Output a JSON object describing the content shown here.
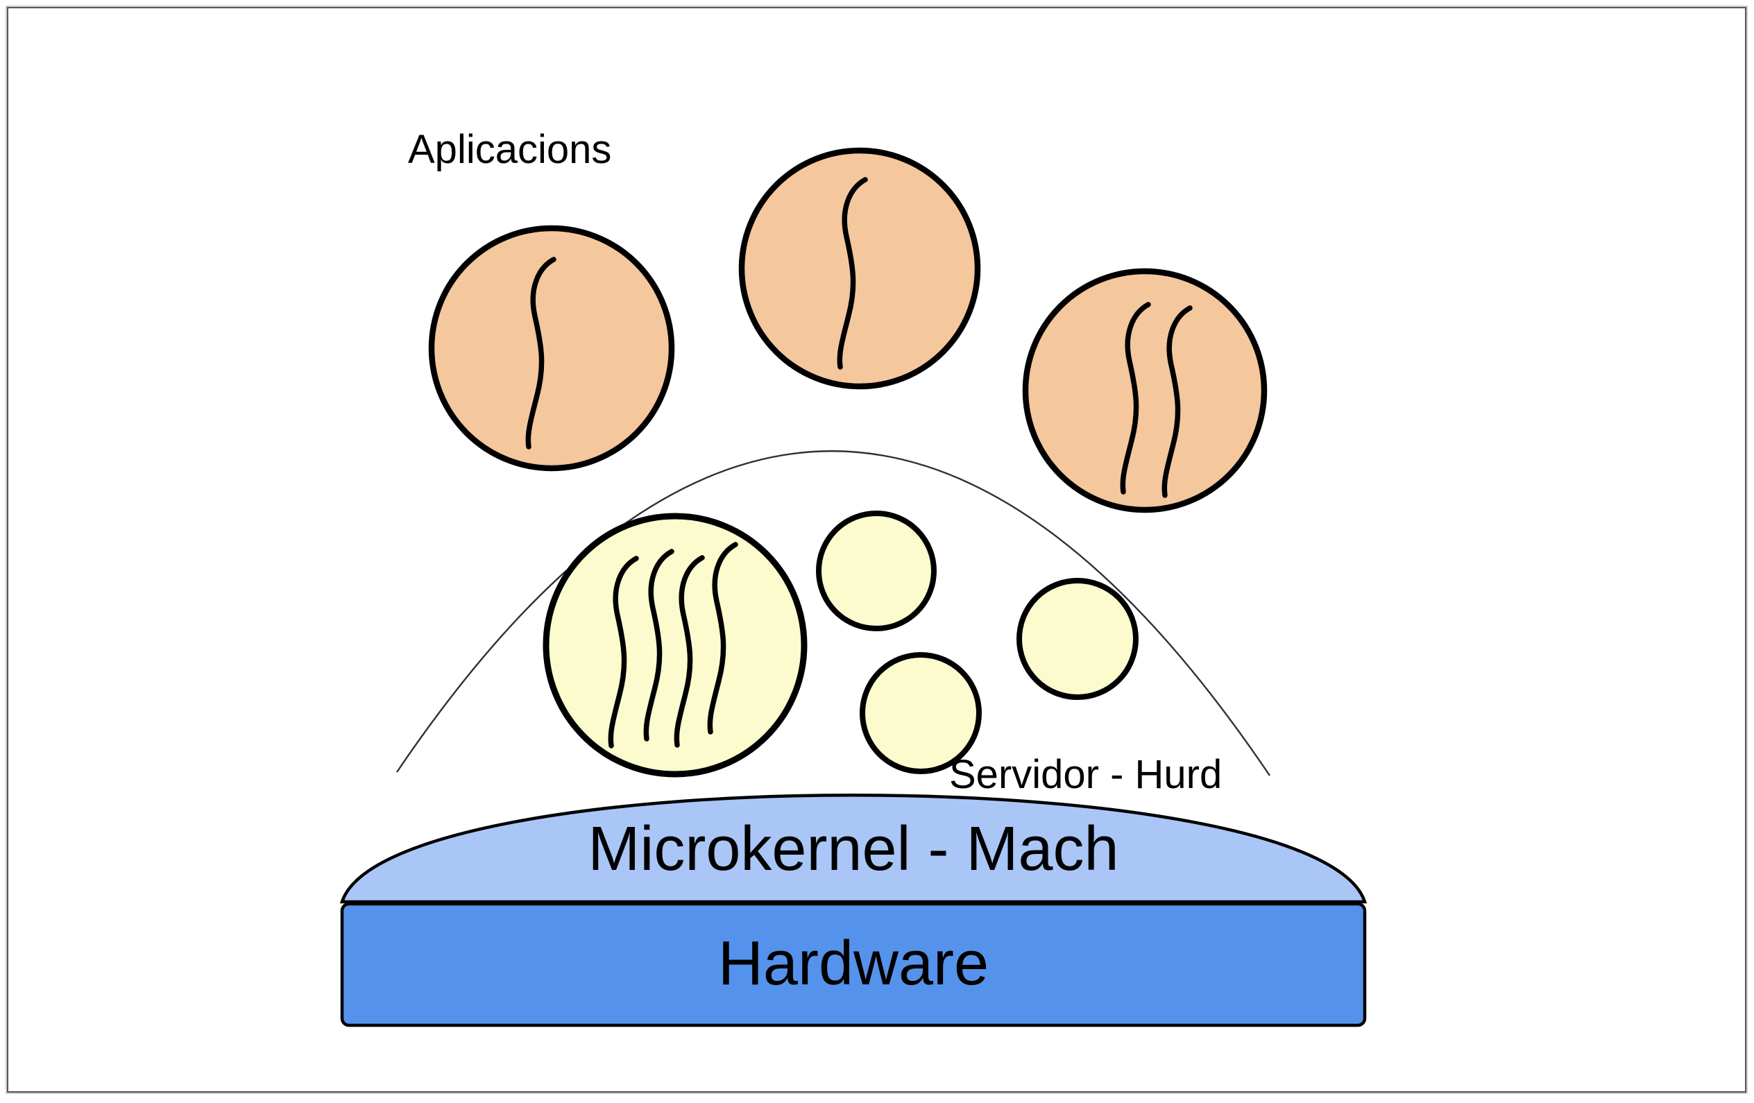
{
  "layers": [
    {
      "id": "applications",
      "label": "Aplicacions",
      "shape": "circle",
      "fill": "#F5C79D",
      "circle_count": 3
    },
    {
      "id": "hurd_servers",
      "label": "Servidor - Hurd",
      "shape": "circle",
      "fill": "#FBFBCD",
      "circle_count": 4
    },
    {
      "id": "microkernel",
      "label": "Microkernel - Mach",
      "shape": "dome",
      "fill": "#A9C6F6"
    },
    {
      "id": "hardware",
      "label": "Hardware",
      "shape": "box",
      "fill": "#5592EC"
    }
  ],
  "colors": {
    "outline": "#000000",
    "arc": "#303030",
    "frame_border": "#565656",
    "background": "#FFFFFF"
  }
}
